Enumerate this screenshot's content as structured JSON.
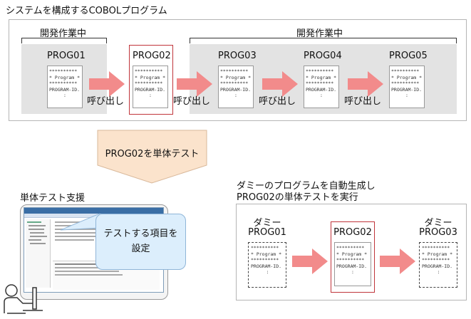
{
  "top_title": "システムを構成するCOBOLプログラム",
  "dev_label_left": "開発作業中",
  "dev_label_right": "開発作業中",
  "programs": [
    "PROG01",
    "PROG02",
    "PROG03",
    "PROG04",
    "PROG05"
  ],
  "code_lines": [
    "**********",
    "* Program *",
    "**********",
    "PROGRAM-ID.",
    ":"
  ],
  "call_label": "呼び出し",
  "test_arrow_label": "PROG02を単体テスト",
  "support_title": "単体テスト支援",
  "callout_line1": "テストする項目を",
  "callout_line2": "設定",
  "right_title_line1": "ダミーのプログラムを自動生成し",
  "right_title_line2": "PROG02の単体テストを実行",
  "dummy_word": "ダミー",
  "dummy_left_prog": "PROG01",
  "center_prog": "PROG02",
  "dummy_right_prog": "PROG03",
  "colors": {
    "arrow": "#f28b8b",
    "test_arrow": "#fbe3cc",
    "red_border": "#c0353b",
    "gray_fill": "#e3e3e3",
    "callout": "#dceefc"
  }
}
